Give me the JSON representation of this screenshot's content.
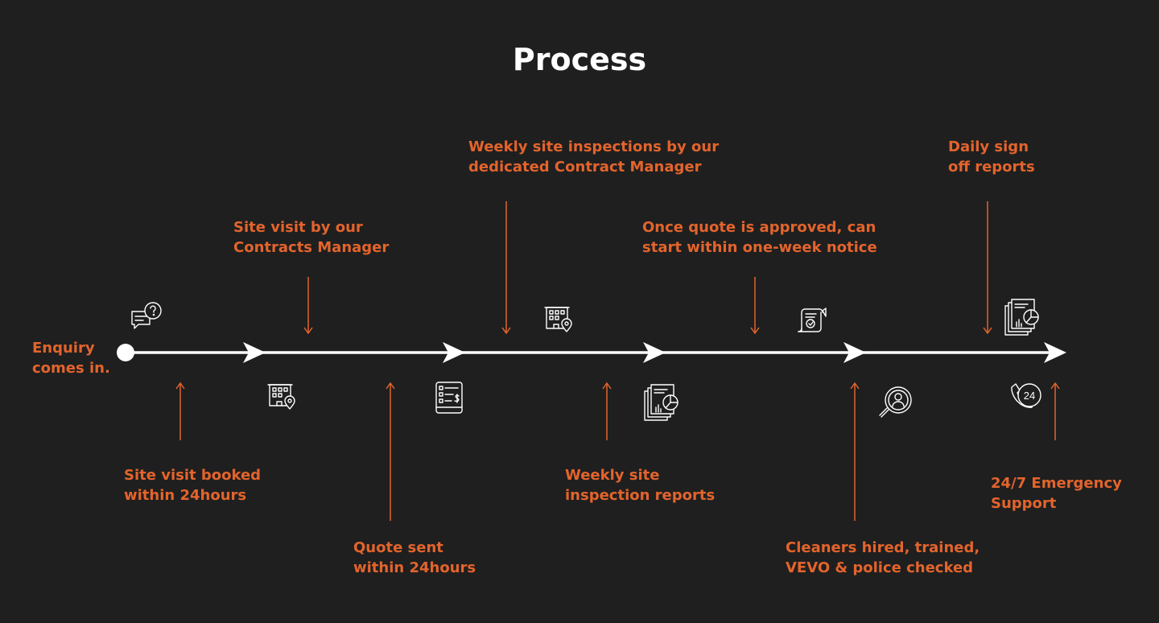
{
  "title": "Process",
  "colors": {
    "background": "#1f1f1f",
    "accent": "#e3642c",
    "line": "#ffffff"
  },
  "start_label": [
    "Enquiry",
    "comes in."
  ],
  "steps_above": [
    {
      "id": "contracts-manager-visit",
      "lines": [
        "Site visit by our",
        "Contracts Manager"
      ]
    },
    {
      "id": "weekly-inspections",
      "lines": [
        "Weekly site inspections by our",
        "dedicated Contract Manager"
      ]
    },
    {
      "id": "quote-approved",
      "lines": [
        "Once quote is approved, can",
        "start within one-week notice"
      ]
    },
    {
      "id": "daily-signoff",
      "lines": [
        "Daily sign",
        "off reports"
      ]
    }
  ],
  "steps_below": [
    {
      "id": "site-visit-booked",
      "lines": [
        "Site visit booked",
        "within 24hours"
      ]
    },
    {
      "id": "quote-sent",
      "lines": [
        "Quote sent",
        "within 24hours"
      ]
    },
    {
      "id": "weekly-reports",
      "lines": [
        "Weekly site",
        "inspection reports"
      ]
    },
    {
      "id": "cleaners-hired",
      "lines": [
        "Cleaners hired, trained,",
        "VEVO & police checked"
      ]
    },
    {
      "id": "emergency-support",
      "lines": [
        "24/7 Emergency",
        "Support"
      ]
    }
  ],
  "icons": [
    "chat-question-icon",
    "building-location-icon",
    "building-location-icon",
    "invoice-icon",
    "report-chart-icon",
    "contract-check-icon",
    "search-person-icon",
    "report-chart-icon",
    "phone-24-icon"
  ]
}
